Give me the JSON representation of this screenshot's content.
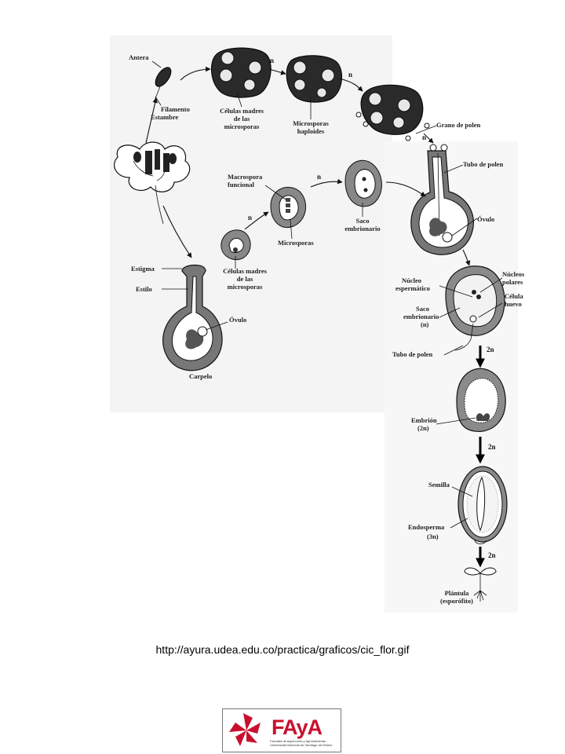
{
  "labels": {
    "antera": "Antera",
    "filamento": "Filamento",
    "estambre": "Estambre",
    "celulas_madres_micro_1": "Células madres",
    "celulas_madres_micro_2": "de las",
    "celulas_madres_micro_3": "microsporas",
    "microsporas_haploides_1": "Microsporas",
    "microsporas_haploides_2": "haploides",
    "grano_polen": "Grano de polen",
    "tubo_polen": "Tubo de polen",
    "macrospora_1": "Macrospora",
    "macrospora_2": "funcional",
    "microsporas": "Microsporas",
    "saco_embrionario_1": "Saco",
    "saco_embrionario_2": "embrionario",
    "ovulo": "Óvulo",
    "estigma": "Estigma",
    "estilo": "Estilo",
    "celulas_madres_b_1": "Células madres",
    "celulas_madres_b_2": "de las",
    "celulas_madres_b_3": "microsporas",
    "ovulo_b": "Óvulo",
    "carpelo": "Carpelo",
    "nucleo_esp_1": "Núcleo",
    "nucleo_esp_2": "espermático",
    "nucleos_polares_1": "Núcleos",
    "nucleos_polares_2": "polares",
    "celula_huevo_1": "Célula",
    "celula_huevo_2": "huevo",
    "saco_emb_n_1": "Saco",
    "saco_emb_n_2": "embrionario",
    "saco_emb_n_3": "(n)",
    "tubo_polen_b": "Tubo de polen",
    "embrion_1": "Embrión",
    "embrion_2": "(2n)",
    "semilla": "Semilla",
    "endosperma_1": "Endosperma",
    "endosperma_2": "(3n)",
    "plantula_1": "Plántula",
    "plantula_2": "(esporófito)",
    "ploidy_n1": "n",
    "ploidy_n2": "n",
    "ploidy_n3": "n",
    "ploidy_n4": "n",
    "ploidy_n5": "n",
    "ploidy_2n_a": "2n",
    "ploidy_2n_b": "2n",
    "ploidy_2n_c": "2n"
  },
  "source_url": "http://ayura.udea.edu.co/practica/graficos/cic_flor.gif",
  "logo": {
    "text": "FAyA",
    "subtitle": "Facultad de Agronomía y Agroindustrias Universidad Nacional de Santiago del Estero",
    "color": "#c8102e"
  }
}
